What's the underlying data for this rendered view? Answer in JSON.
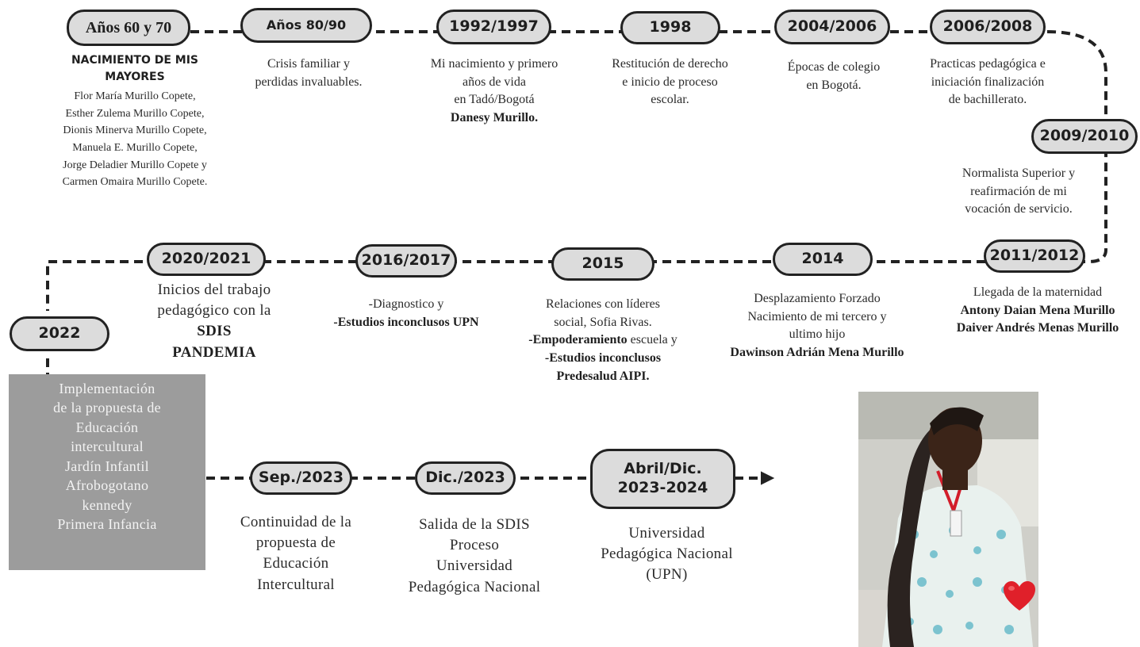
{
  "milestones": [
    {
      "period": "Años 60 y 70",
      "heading": [
        "NACIMIENTO DE MIS",
        "MAYORES"
      ],
      "names": [
        "Flor María Murillo Copete,",
        "Esther Zulema Murillo Copete,",
        "Dionis Minerva Murillo Copete,",
        "Manuela E. Murillo Copete,",
        "Jorge Deladier Murillo Copete y",
        "Carmen Omaira Murillo Copete."
      ]
    },
    {
      "period": "Años 80/90",
      "lines": [
        "Crisis familiar y",
        "perdidas invaluables."
      ]
    },
    {
      "period": "1992/1997",
      "lines": [
        "Mi nacimiento y primero",
        "años de vida",
        "en Tadó/Bogotá"
      ],
      "bold": "Danesy Murillo."
    },
    {
      "period": "1998",
      "lines": [
        "Restitución de derecho",
        "e inicio de proceso",
        "escolar."
      ]
    },
    {
      "period": "2004/2006",
      "lines": [
        "Épocas de colegio",
        "en Bogotá."
      ]
    },
    {
      "period": "2006/2008",
      "lines": [
        "Practicas pedagógica e",
        "iniciación finalización",
        "de bachillerato."
      ]
    },
    {
      "period": "2009/2010",
      "lines": [
        "Normalista Superior y",
        "reafirmación de mi",
        "vocación de servicio."
      ]
    },
    {
      "period": "2011/2012",
      "lines": [
        "Llegada de la maternidad"
      ],
      "bold_lines": [
        "Antony Daian Mena Murillo",
        "Daiver Andrés Menas Murillo"
      ]
    },
    {
      "period": "2014",
      "lines": [
        "Desplazamiento Forzado",
        "Nacimiento de mi tercero y",
        "ultimo  hijo"
      ],
      "bold": "Dawinson Adrián Mena Murillo"
    },
    {
      "period": "2015",
      "lines": [
        "Relaciones con líderes",
        "social, Sofia Rivas."
      ],
      "mixed": {
        "bold": "-Empoderamiento",
        "rest": " escuela y"
      },
      "bold_lines": [
        "-Estudios inconclusos",
        "Predesalud AIPI."
      ]
    },
    {
      "period": "2016/2017",
      "lines": [
        "-Diagnostico y"
      ],
      "bold": "-Estudios inconclusos UPN"
    },
    {
      "period": "2020/2021",
      "lines": [
        "Inicios del trabajo",
        "pedagógico con la"
      ],
      "bold_lines": [
        "SDIS",
        "PANDEMIA"
      ]
    },
    {
      "period": "2022",
      "box_lines": [
        "Implementación",
        "de la propuesta de",
        "Educación",
        "intercultural",
        "Jardín Infantil",
        "Afrobogotano",
        "kennedy",
        "Primera Infancia"
      ]
    },
    {
      "period": "Sep./2023",
      "lines": [
        "Continuidad de la",
        "propuesta de",
        "Educación",
        "Intercultural"
      ]
    },
    {
      "period": "Dic./2023",
      "lines": [
        "Salida  de la SDIS",
        "Proceso",
        "Universidad",
        "Pedagógica Nacional"
      ]
    },
    {
      "period_lines": [
        "Abril/Dic.",
        "2023-2024"
      ],
      "lines": [
        "Universidad",
        "Pedagógica Nacional",
        "(UPN)"
      ]
    }
  ],
  "colors": {
    "pill_fill": "#dcdcdc",
    "pill_border": "#222222",
    "connector": "#222222",
    "box_fill": "#9c9c9c",
    "heart": "#e0202a"
  },
  "icons": {
    "end_arrow": "arrow-right-icon",
    "heart": "heart-icon"
  }
}
